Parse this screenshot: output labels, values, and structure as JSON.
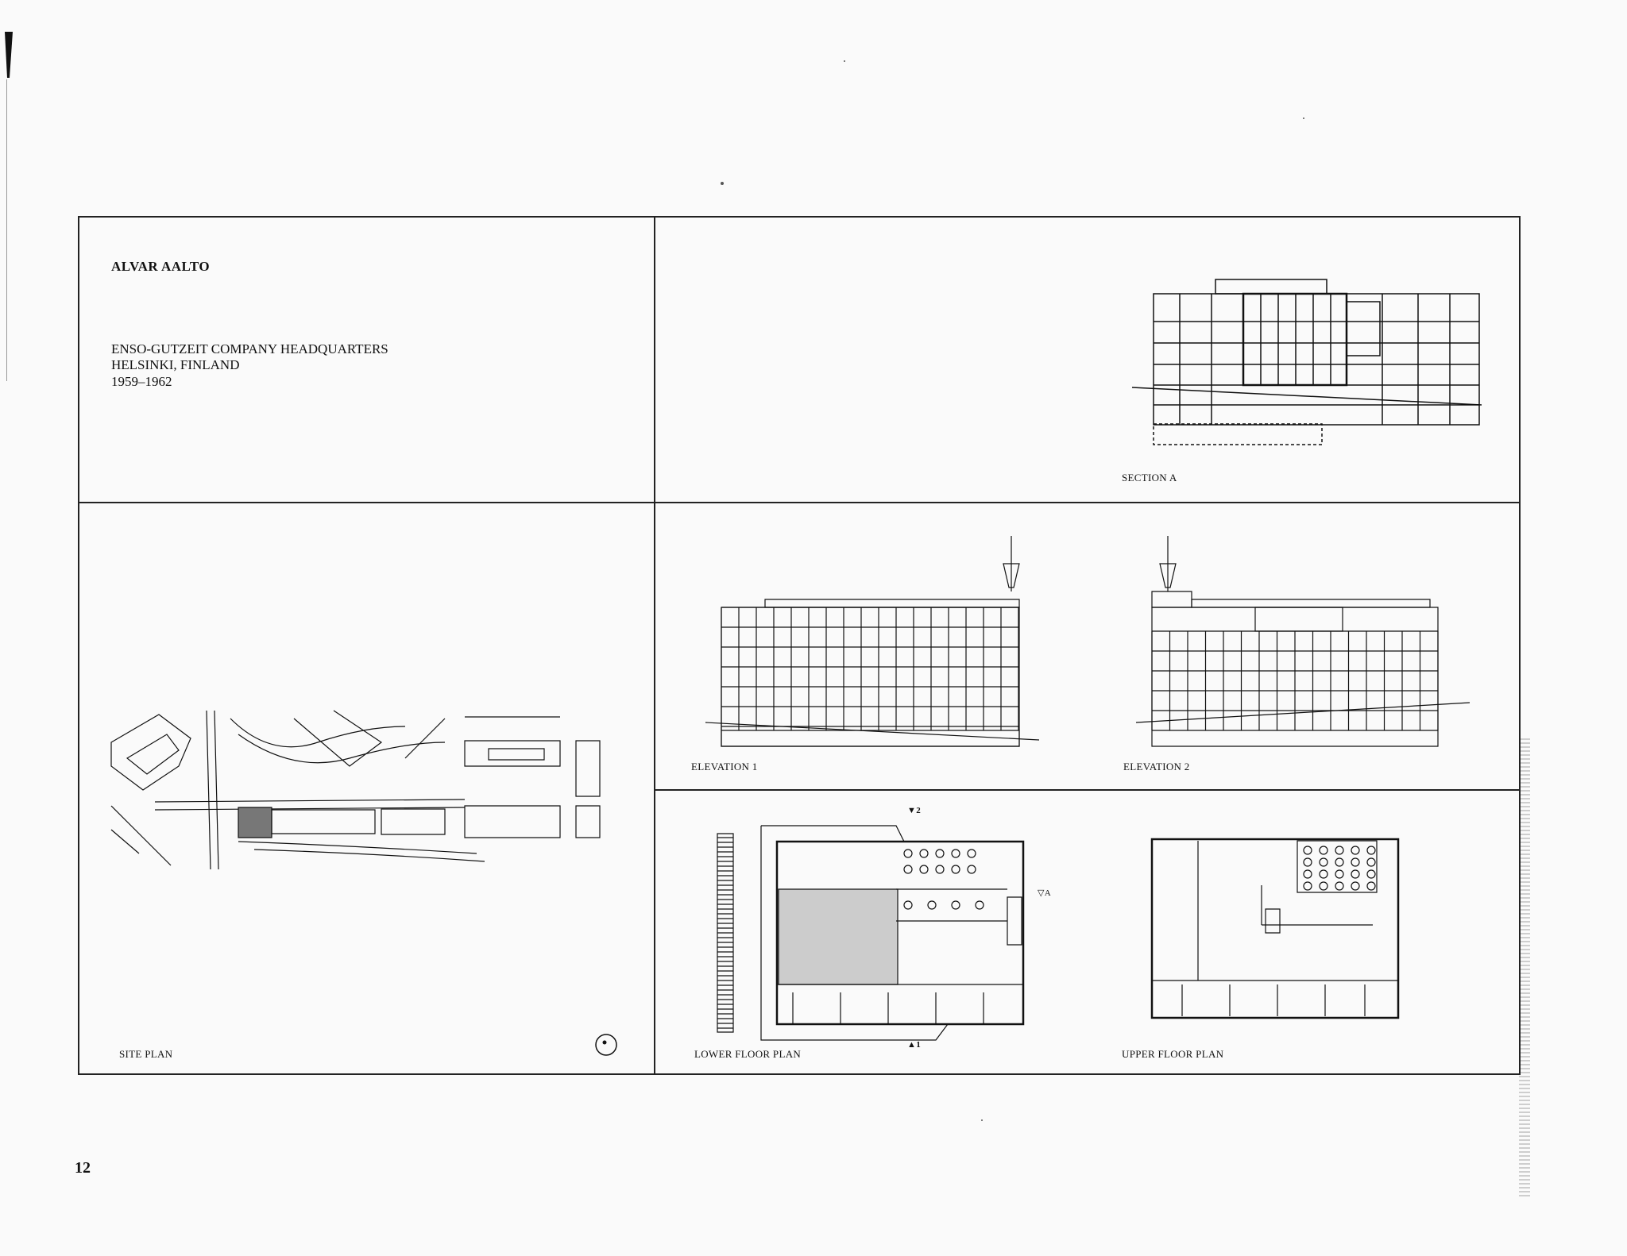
{
  "header": {
    "architect": "ALVAR AALTO",
    "project": "ENSO-GUTZEIT COMPANY HEADQUARTERS",
    "location": "HELSINKI, FINLAND",
    "years": "1959–1962"
  },
  "drawings": {
    "section_a": "SECTION A",
    "elevation_1": "ELEVATION 1",
    "elevation_2": "ELEVATION 2",
    "site_plan": "SITE PLAN",
    "lower_floor_plan": "LOWER FLOOR PLAN",
    "upper_floor_plan": "UPPER FLOOR PLAN"
  },
  "markers": {
    "section_2": "2",
    "section_1": "1",
    "section_a": "A"
  },
  "page_number": "12",
  "icons": {
    "north_arrow": "north-arrow-icon"
  }
}
